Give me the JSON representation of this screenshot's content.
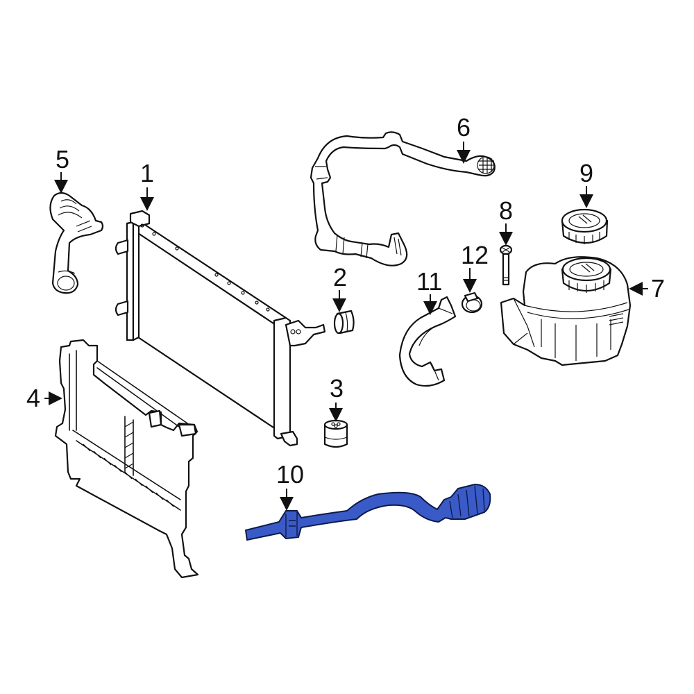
{
  "diagram": {
    "type": "exploded-parts-diagram",
    "subject": "Engine cooling system: radiator, hoses, reservoir",
    "highlight_color": "#3a5bc7",
    "line_color": "#111111",
    "background": "#ffffff",
    "highlighted_part": "10",
    "callouts": [
      {
        "id": "1",
        "label": "1",
        "part": "radiator"
      },
      {
        "id": "2",
        "label": "2",
        "part": "radiator-mount-bushing"
      },
      {
        "id": "3",
        "label": "3",
        "part": "lower-mount-insulator"
      },
      {
        "id": "4",
        "label": "4",
        "part": "radiator-support-frame"
      },
      {
        "id": "5",
        "label": "5",
        "part": "upper-radiator-hose"
      },
      {
        "id": "6",
        "label": "6",
        "part": "coolant-hose-assembly"
      },
      {
        "id": "7",
        "label": "7",
        "part": "coolant-reservoir"
      },
      {
        "id": "8",
        "label": "8",
        "part": "reservoir-bolt"
      },
      {
        "id": "9",
        "label": "9",
        "part": "reservoir-cap"
      },
      {
        "id": "10",
        "label": "10",
        "part": "overflow-hose"
      },
      {
        "id": "11",
        "label": "11",
        "part": "reservoir-hose"
      },
      {
        "id": "12",
        "label": "12",
        "part": "hose-clamp"
      }
    ]
  }
}
